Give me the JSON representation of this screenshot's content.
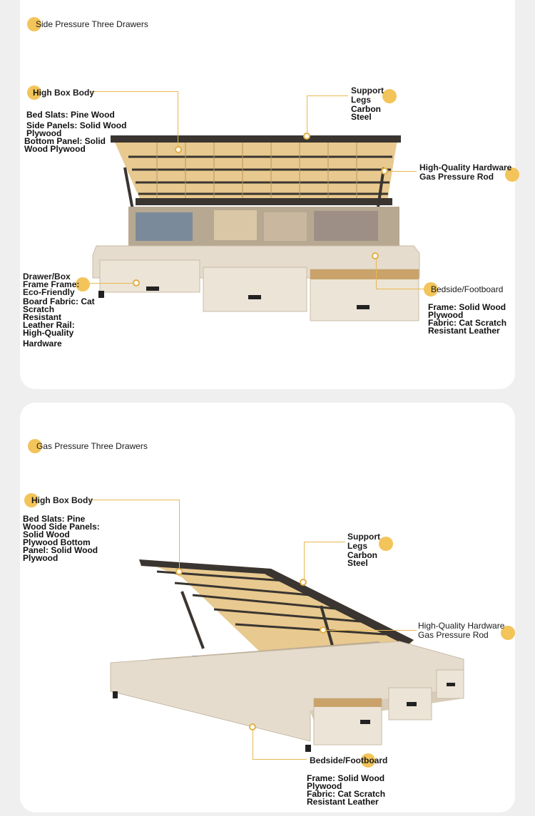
{
  "colors": {
    "accent": "#f2c45a",
    "leader": "#e9b84f",
    "leather": "#e6dccd",
    "frame": "#3a3530",
    "slat": "#e8c98f"
  },
  "section1": {
    "title": "Side Pressure Three Drawers",
    "high_box_body": "High Box Body",
    "high_box_specs": [
      "Bed Slats: Pine Wood",
      "Side Panels: Solid Wood\nPlywood",
      "Bottom Panel: Solid\nWood Plywood"
    ],
    "support_legs": "Support\nLegs",
    "support_specs": "Carbon\nSteel",
    "hardware": "High-Quality Hardware\nGas Pressure Rod",
    "drawer_label": "Drawer/Box\nFrame Frame:\nEco-Friendly",
    "drawer_specs": "Board Fabric: Cat\nScratch\nResistant\nLeather Rail:\nHigh-Quality",
    "drawer_specs_last": "Hardware",
    "bedside": "Bedside/Footboard",
    "bedside_specs": "Frame: Solid Wood\nPlywood\nFabric: Cat Scratch\nResistant Leather"
  },
  "section2": {
    "title": "Gas Pressure Three Drawers",
    "high_box_body": "High Box Body",
    "high_box_specs": "Bed Slats: Pine\nWood Side Panels:\nSolid Wood\nPlywood Bottom\nPanel: Solid Wood\nPlywood",
    "support_legs": "Support\nLegs",
    "support_specs": "Carbon\nSteel",
    "hardware": "High-Quality Hardware\nGas Pressure Rod",
    "bedside": "Bedside/Footboard",
    "bedside_specs": "Frame: Solid Wood\nPlywood\nFabric: Cat Scratch\nResistant Leather"
  }
}
